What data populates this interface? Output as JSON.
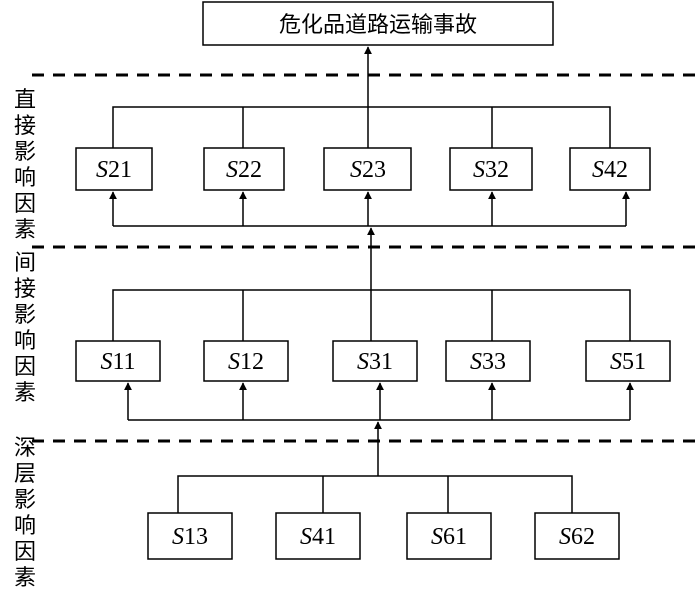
{
  "top": {
    "label": "危化品道路运输事故"
  },
  "tiers": [
    {
      "side_label": "直接影响因素",
      "nodes": [
        {
          "prefix": "S",
          "num": "21"
        },
        {
          "prefix": "S",
          "num": "22"
        },
        {
          "prefix": "S",
          "num": "23"
        },
        {
          "prefix": "S",
          "num": "32"
        },
        {
          "prefix": "S",
          "num": "42"
        }
      ]
    },
    {
      "side_label": "间接影响因素",
      "nodes": [
        {
          "prefix": "S",
          "num": "11"
        },
        {
          "prefix": "S",
          "num": "12"
        },
        {
          "prefix": "S",
          "num": "31"
        },
        {
          "prefix": "S",
          "num": "33"
        },
        {
          "prefix": "S",
          "num": "51"
        }
      ]
    },
    {
      "side_label": "深层影响因素",
      "nodes": [
        {
          "prefix": "S",
          "num": "13"
        },
        {
          "prefix": "S",
          "num": "41"
        },
        {
          "prefix": "S",
          "num": "61"
        },
        {
          "prefix": "S",
          "num": "62"
        }
      ]
    }
  ]
}
